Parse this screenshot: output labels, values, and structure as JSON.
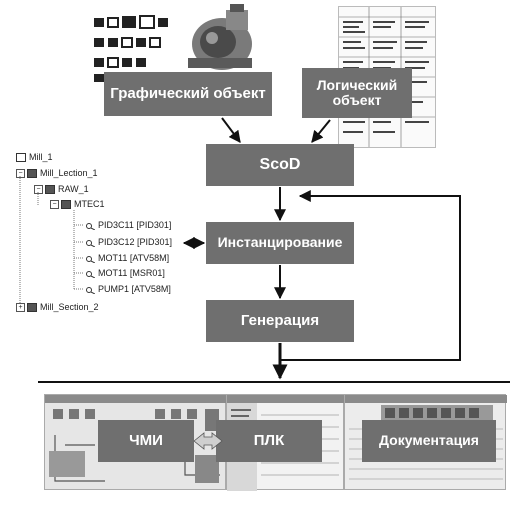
{
  "nodes": {
    "graphic_object": "Графический объект",
    "logical_object_line1": "Логический",
    "logical_object_line2": "объект",
    "scod": "ScoD",
    "instantiation": "Инстанцирование",
    "generation": "Генерация",
    "hmi": "ЧМИ",
    "plc": "ПЛК",
    "documentation": "Документация"
  },
  "tree": {
    "root": "Mill_1",
    "section1": "Mill_Lection_1",
    "raw": "RAW_1",
    "mtec": "MTEC1",
    "items": [
      "PID3C11 [PID301]",
      "PID3C12 [PID301]",
      "MOT11 [ATV58M]",
      "MOT11 [MSR01]",
      "PUMP1 [ATV58M]"
    ],
    "section2": "Mill_Section_2"
  },
  "colors": {
    "box_fill": "#6f6f6f",
    "box_text": "#ffffff",
    "arrow": "#111111"
  },
  "icons": [
    "pump-image",
    "symbol-grid",
    "io-table-image",
    "hmi-screenshot",
    "plc-screenshot",
    "documentation-screenshot"
  ]
}
